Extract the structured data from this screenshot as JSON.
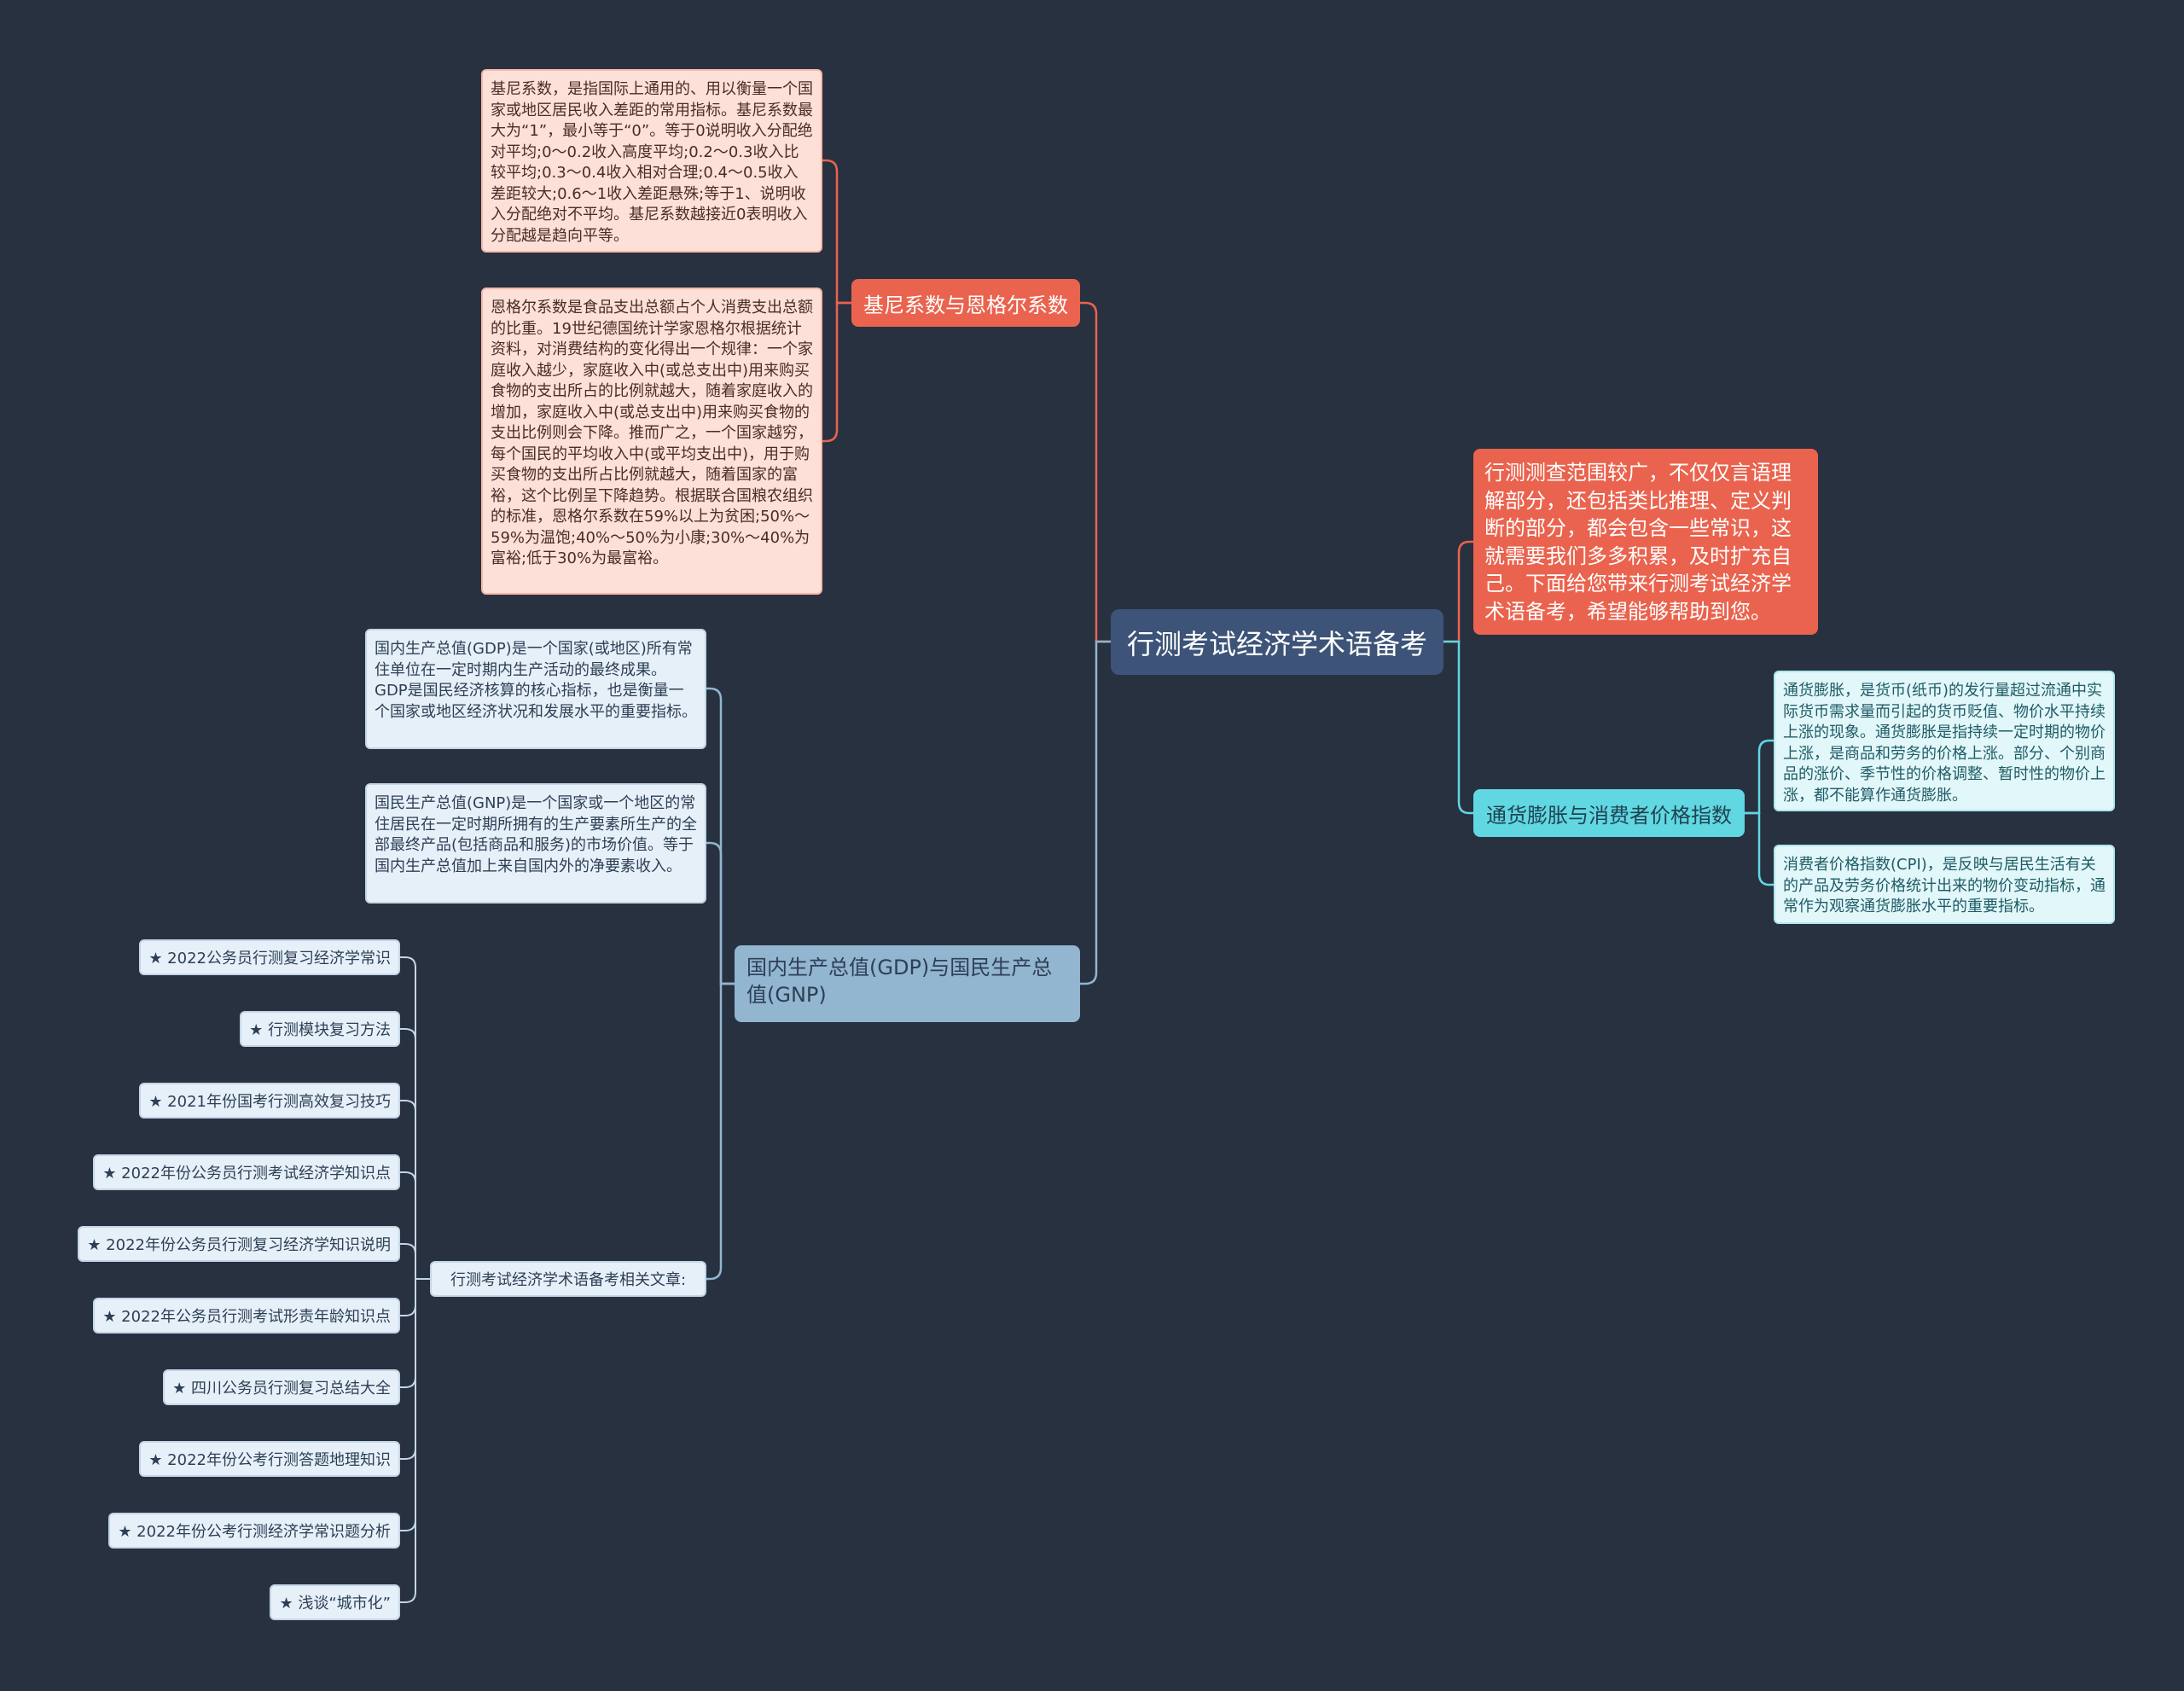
{
  "root": {
    "label": "行测考试经济学术语备考"
  },
  "intro": {
    "text": "行测测查范围较广，不仅仅言语理解部分，还包括类比推理、定义判断的部分，都会包含一些常识，这就需要我们多多积累，及时扩充自己。下面给您带来行测考试经济学术语备考，希望能够帮助到您。"
  },
  "gini_engel": {
    "label": "基尼系数与恩格尔系数",
    "gini": "基尼系数，是指国际上通用的、用以衡量一个国家或地区居民收入差距的常用指标。基尼系数最大为“1”，最小等于“0”。等于0说明收入分配绝对平均;0～0.2收入高度平均;0.2～0.3收入比较平均;0.3～0.4收入相对合理;0.4～0.5收入差距较大;0.6～1收入差距悬殊;等于1、说明收入分配绝对不平均。基尼系数越接近0表明收入分配越是趋向平等。",
    "engel": "恩格尔系数是食品支出总额占个人消费支出总额的比重。19世纪德国统计学家恩格尔根据统计资料，对消费结构的变化得出一个规律：一个家庭收入越少，家庭收入中(或总支出中)用来购买食物的支出所占的比例就越大，随着家庭收入的增加，家庭收入中(或总支出中)用来购买食物的支出比例则会下降。推而广之，一个国家越穷，每个国民的平均收入中(或平均支出中)，用于购买食物的支出所占比例就越大，随着国家的富裕，这个比例呈下降趋势。根据联合国粮农组织的标准，恩格尔系数在59%以上为贫困;50%～59%为温饱;40%～50%为小康;30%～40%为富裕;低于30%为最富裕。"
  },
  "gdp_gnp": {
    "label": "国内生产总值(GDP)与国民生产总值(GNP)",
    "gdp": "国内生产总值(GDP)是一个国家(或地区)所有常住单位在一定时期内生产活动的最终成果。GDP是国民经济核算的核心指标，也是衡量一个国家或地区经济状况和发展水平的重要指标。",
    "gnp": "国民生产总值(GNP)是一个国家或一个地区的常住居民在一定时期所拥有的生产要素所生产的全部最终产品(包括商品和服务)的市场价值。等于国内生产总值加上来自国内外的净要素收入。"
  },
  "inflation_cpi": {
    "label": "通货膨胀与消费者价格指数",
    "inflation": "通货膨胀，是货币(纸币)的发行量超过流通中实际货币需求量而引起的货币贬值、物价水平持续上涨的现象。通货膨胀是指持续一定时期的物价上涨，是商品和劳务的价格上涨。部分、个别商品的涨价、季节性的价格调整、暂时性的物价上涨，都不能算作通货膨胀。",
    "cpi": "消费者价格指数(CPI)，是反映与居民生活有关的产品及劳务价格统计出来的物价变动指标，通常作为观察通货膨胀水平的重要指标。"
  },
  "related": {
    "label": "行测考试经济学术语备考相关文章:",
    "articles": [
      "★ 2022公务员行测复习经济学常识",
      "★ 行测模块复习方法",
      "★ 2021年份国考行测高效复习技巧",
      "★ 2022年份公务员行测考试经济学知识点",
      "★ 2022年份公务员行测复习经济学知识说明",
      "★ 2022年公务员行测考试形责年龄知识点",
      "★ 四川公务员行测复习总结大全",
      "★ 2022年份公考行测答题地理知识",
      "★ 2022年份公考行测经济学常识题分析",
      "★ 浅谈“城市化”"
    ]
  },
  "colors": {
    "background": "#283140",
    "root": "#3d5478",
    "red_branch": "#ea634e",
    "blue_branch": "#92b5d0",
    "cyan_branch": "#61d7e2"
  }
}
